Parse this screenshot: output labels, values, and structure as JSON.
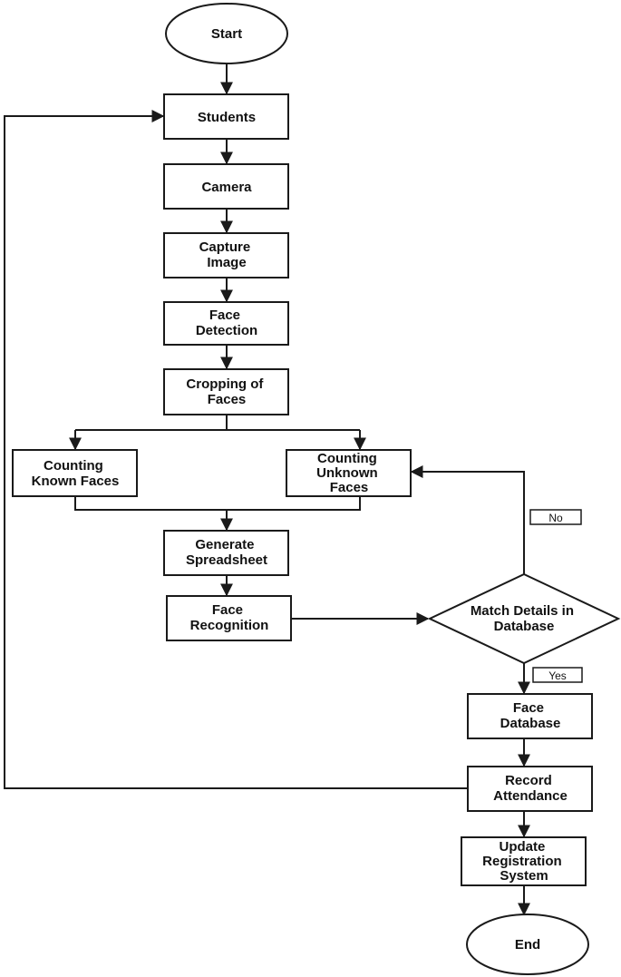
{
  "diagram": {
    "nodes": {
      "start": {
        "text": [
          "Start"
        ]
      },
      "students": {
        "text": [
          "Students"
        ]
      },
      "camera": {
        "text": [
          "Camera"
        ]
      },
      "capture": {
        "text": [
          "Capture",
          "Image"
        ]
      },
      "detection": {
        "text": [
          "Face",
          "Detection"
        ]
      },
      "cropping": {
        "text": [
          "Cropping of",
          "Faces"
        ]
      },
      "known": {
        "text": [
          "Counting",
          "Known Faces"
        ]
      },
      "unknown": {
        "text": [
          "Counting",
          "Unknown",
          "Faces"
        ]
      },
      "spreadsheet": {
        "text": [
          "Generate",
          "Spreadsheet"
        ]
      },
      "recognition": {
        "text": [
          "Face",
          "Recognition"
        ]
      },
      "match": {
        "text": [
          "Match Details in",
          "Database"
        ]
      },
      "facedb": {
        "text": [
          "Face",
          "Database"
        ]
      },
      "record": {
        "text": [
          "Record",
          "Attendance"
        ]
      },
      "update": {
        "text": [
          "Update",
          "Registration",
          "System"
        ]
      },
      "end": {
        "text": [
          "End"
        ]
      }
    },
    "edge_labels": {
      "no": "No",
      "yes": "Yes"
    }
  }
}
